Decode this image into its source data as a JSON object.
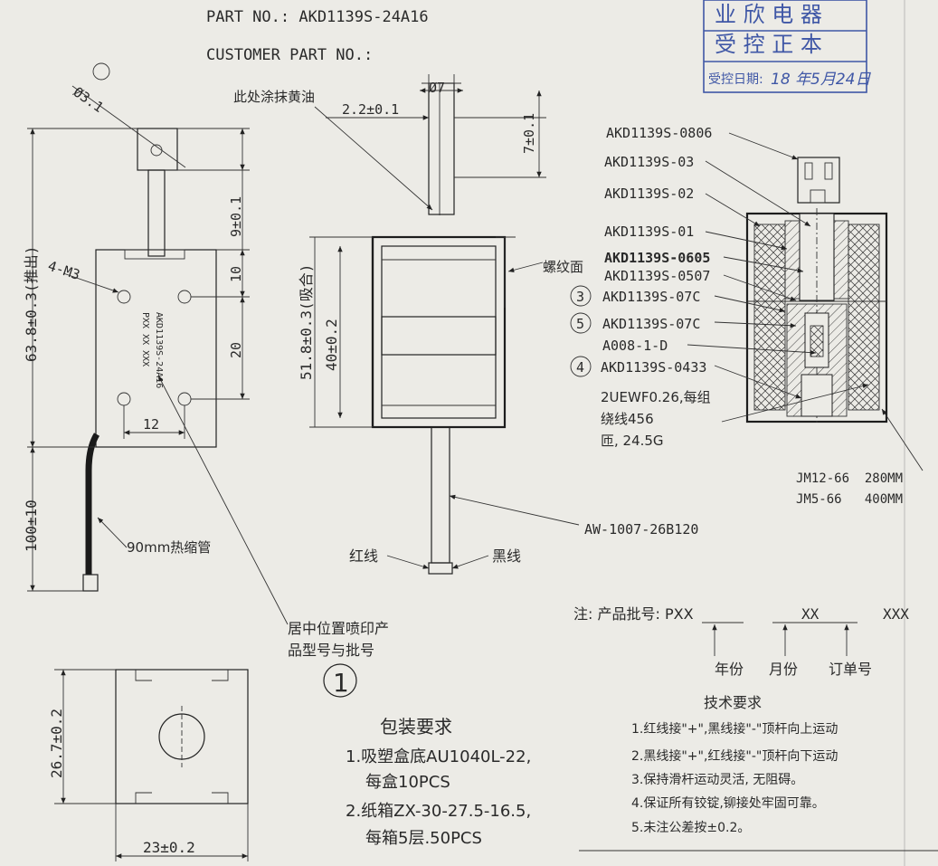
{
  "header": {
    "part_no": "PART NO.: AKD1139S-24A16",
    "customer_part_no": "CUSTOMER PART NO.:"
  },
  "stamp": {
    "line1": "业 欣 电 器",
    "line2": "受 控 正 本",
    "date_label": "受控日期:",
    "date_value": "18 年5月24日",
    "color": "#3f57a6"
  },
  "left_view": {
    "hole_dia": "Ø3.1",
    "marking": "AKD1139S-24A16",
    "marking_batch": "PXX XX XXX",
    "dim_total": "63.8±0.3(推出)",
    "dim_9": "9±0.1",
    "dim_10": "10",
    "dim_20": "20",
    "dim_12": "12",
    "dim_thread": "4-M3",
    "dim_lead": "100±10",
    "lead_note": "90mm热缩管",
    "print_note_1": "居中位置喷印产",
    "print_note_2": "品型号与批号",
    "circle_no": "1"
  },
  "center_view": {
    "grease_note": "此处涂抹黄油",
    "dim_phi7": "Ø7",
    "dim_2_2": "2.2±0.1",
    "dim_7": "7±0.1",
    "dim_51_8": "51.8±0.3(吸合)",
    "dim_40": "40±0.2",
    "thread_face": "螺纹面",
    "wire_spec": "AW-1007-26B120",
    "red_wire": "红线",
    "black_wire": "黑线"
  },
  "section_view": {
    "labels": [
      "AKD1139S-0806",
      "AKD1139S-03",
      "AKD1139S-02",
      "AKD1139S-01",
      "AKD1139S-0605",
      "AKD1139S-0507",
      "AKD1139S-07C",
      "AKD1139S-07C",
      "A008-1-D",
      "AKD1139S-0433"
    ],
    "circles": [
      "3",
      "5",
      "4"
    ],
    "winding_1": "2UEWF0.26,每组",
    "winding_2": "绕线456",
    "winding_3": "匝, 24.5G",
    "spring_1": "JM12-66  280MM",
    "spring_2": "JM5-66   400MM"
  },
  "batch_note": {
    "label": "注: 产品批号: PXX",
    "mid": "XX",
    "tail": "XXX",
    "year": "年份",
    "month": "月份",
    "order": "订单号"
  },
  "bottom_view": {
    "dim_height": "26.7±0.2",
    "dim_width": "23±0.2"
  },
  "packing": {
    "title": "包装要求",
    "items": [
      "1.吸塑盒底AU1040L-22,",
      "每盒10PCS",
      "2.纸箱ZX-30-27.5-16.5,",
      "每箱5层.50PCS"
    ]
  },
  "tech": {
    "title": "技术要求",
    "items": [
      "1.红线接\"+\",黑线接\"-\"顶杆向上运动",
      "2.黑线接\"+\",红线接\"-\"顶杆向下运动",
      "3.保持滑杆运动灵活, 无阻碍。",
      "4.保证所有铰锭,铆接处牢固可靠。",
      "5.未注公差按±0.2。"
    ]
  }
}
